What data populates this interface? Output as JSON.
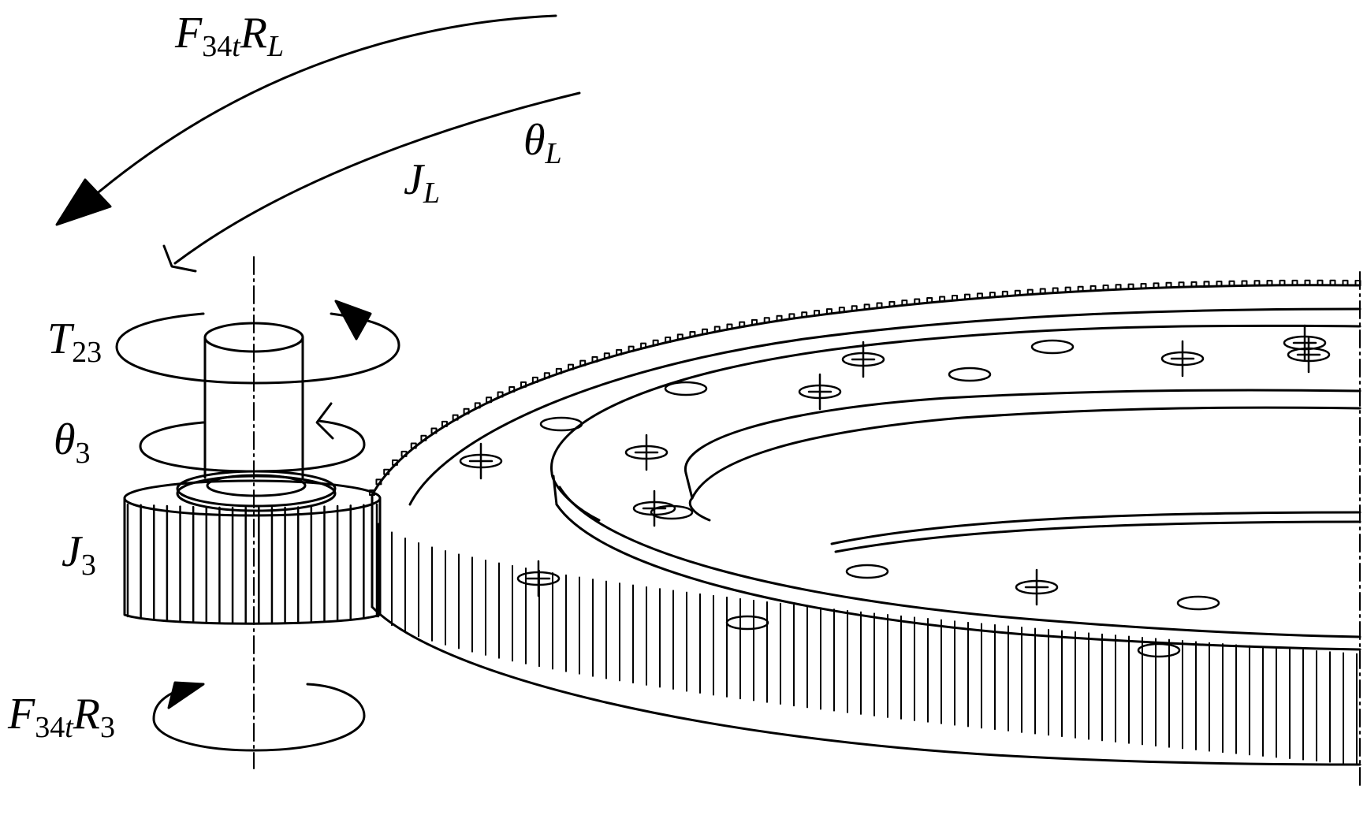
{
  "labels": {
    "ring_torque": {
      "main1": "F",
      "sub1_a": "34",
      "sub1_b": "t",
      "main2": "R",
      "sub2": "L"
    },
    "ring_angle": {
      "main": "θ",
      "sub": "L"
    },
    "ring_inertia": {
      "main": "J",
      "sub": "L"
    },
    "input_torque": {
      "main": "T",
      "sub": "23"
    },
    "pinion_angle": {
      "main": "θ",
      "sub": "3"
    },
    "pinion_inertia": {
      "main": "J",
      "sub": "3"
    },
    "pinion_torque": {
      "main1": "F",
      "sub1_a": "34",
      "sub1_b": "t",
      "main2": "R",
      "sub2": "3"
    }
  },
  "colors": {
    "stroke": "#000000",
    "background": "#ffffff"
  }
}
